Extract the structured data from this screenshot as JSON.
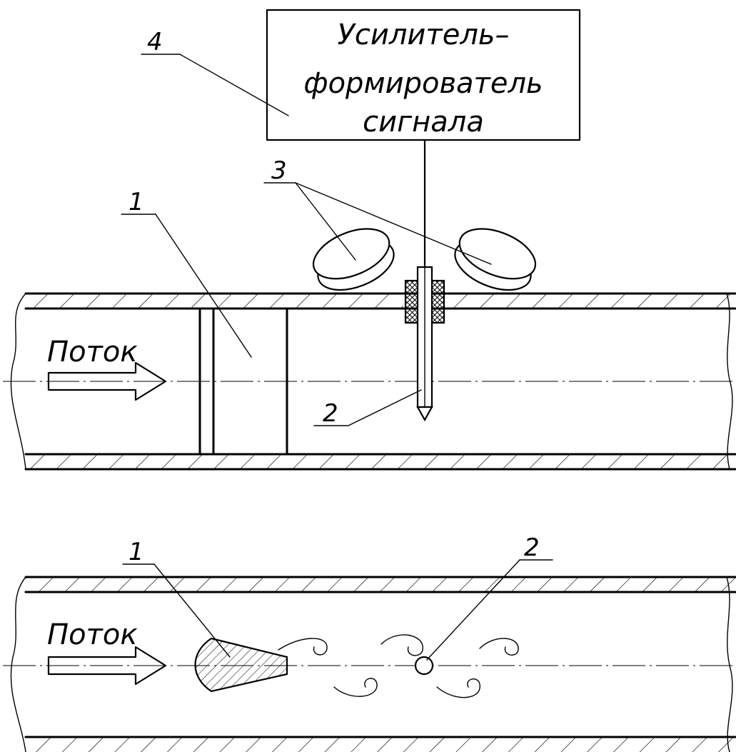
{
  "box": {
    "lines": [
      "Усилитель–",
      "формирователь",
      "сигнала"
    ]
  },
  "top_view": {
    "flow_label": "Поток",
    "callouts": {
      "body": "1",
      "sensor": "2",
      "magnets": "3",
      "amplifier": "4"
    }
  },
  "bottom_view": {
    "flow_label": "Поток",
    "callouts": {
      "body": "1",
      "sensor": "2"
    }
  }
}
